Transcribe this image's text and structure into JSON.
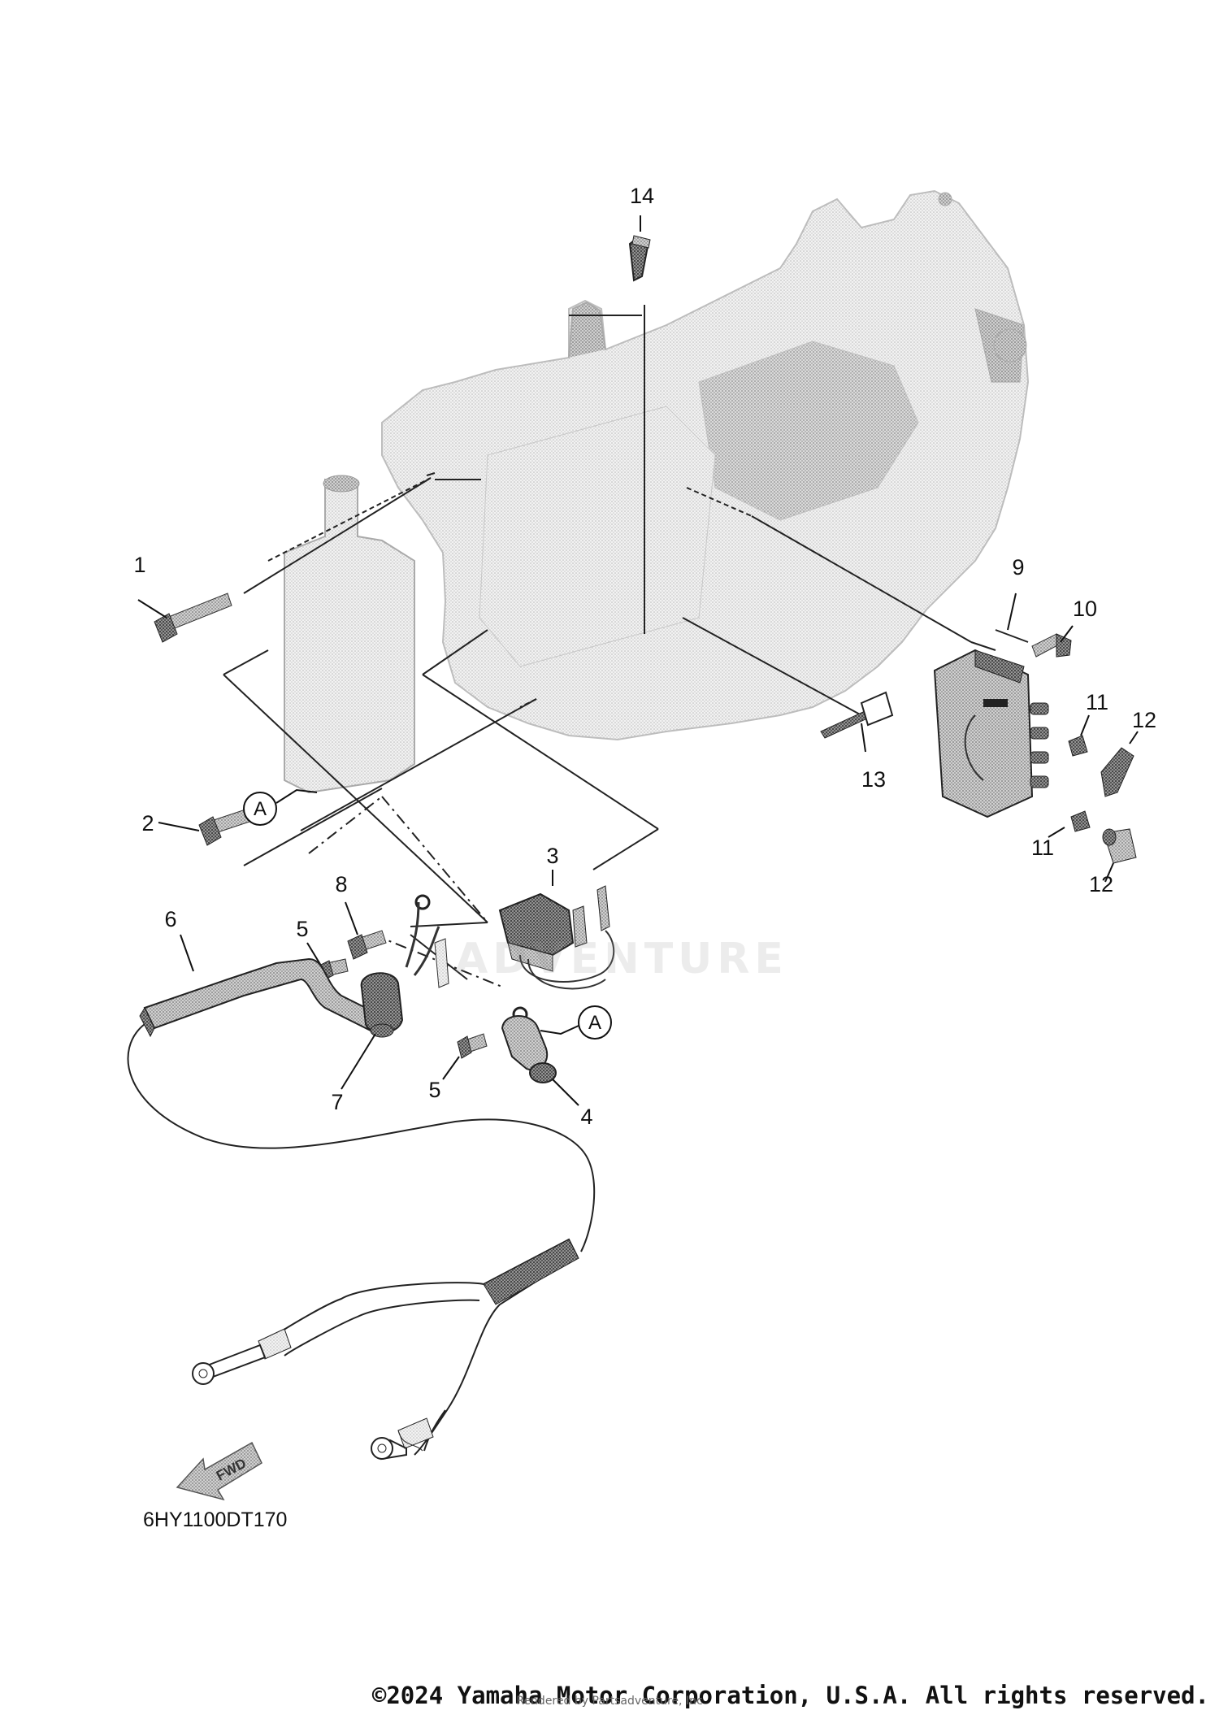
{
  "diagram": {
    "code": "6HY1100DT170",
    "fwd_label": "FWD",
    "reference_letter": "A",
    "callouts": [
      "1",
      "2",
      "3",
      "4",
      "5",
      "5",
      "6",
      "7",
      "8",
      "9",
      "10",
      "11",
      "11",
      "12",
      "12",
      "13",
      "14"
    ]
  },
  "footer": {
    "copyright": "©2024 Yamaha Motor Corporation, U.S.A. All rights reserved.",
    "rendered_by": "Rendered by Partsadventure, Inc"
  },
  "watermark": {
    "text": "ADVENTURE"
  },
  "colors": {
    "line": "#222222",
    "part_light": "#d9d9d9",
    "part_mid": "#a8a8a8",
    "part_dark": "#5a5a5a"
  }
}
